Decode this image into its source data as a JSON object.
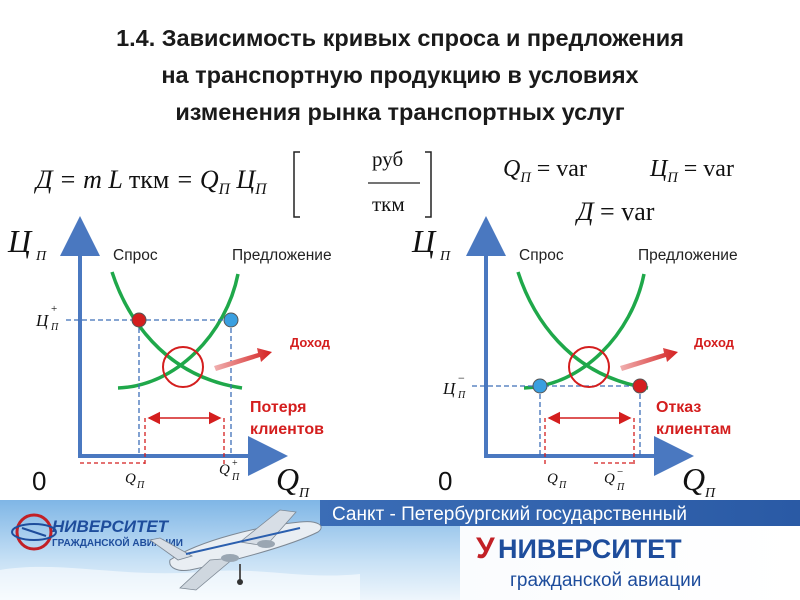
{
  "title": {
    "line1": "1.4. Зависимость кривых спроса и предложения",
    "line2": "на транспортную продукцию  в условиях",
    "line3": "изменения рынка транспортных услуг"
  },
  "formula": {
    "main_a": "Д = m L ",
    "main_mid": "ткм",
    "main_b": " = Q",
    "sub_p": "П",
    "main_c": " Ц",
    "unit_num": "руб",
    "unit_den": "ткм",
    "q_left": "Q",
    "q_right": " = var",
    "c_left": "Ц",
    "c_right": " = var",
    "d_left": "Д",
    "d_right": " = var"
  },
  "left_chart": {
    "y_axis_label": "Ц",
    "y_axis_sub": "П",
    "demand_label": "Спрос",
    "supply_label": "Предложение",
    "price_label": "Ц",
    "price_sup": "+",
    "price_sub": "П",
    "origin_label": "0",
    "x_axis_label": "Q",
    "x_axis_sub": "П",
    "q1_label": "Q",
    "q1_sub": "П",
    "q2_label": "Q",
    "q2_sup": "+",
    "q2_sub": "П",
    "arrow_label": "Доход",
    "loss_line1": "Потеря",
    "loss_line2": "клиентов"
  },
  "right_chart": {
    "y_axis_label": "Ц",
    "y_axis_sub": "П",
    "demand_label": "Спрос",
    "supply_label": "Предложение",
    "price_label": "Ц",
    "price_sup": "−",
    "price_sub": "П",
    "origin_label": "0",
    "x_axis_label": "Q",
    "x_axis_sub": "П",
    "q1_label": "Q",
    "q1_sub": "П",
    "q2_label": "Q",
    "q2_sup": "−",
    "q2_sub": "П",
    "arrow_label": "Доход",
    "loss_line1": "Отказ",
    "loss_line2": "клиентам"
  },
  "footer": {
    "logo_text_1": "НИВЕРСИТЕТ",
    "logo_text_2": "ГРАЖДАНСКОЙ АВИАЦИИ",
    "line1": "Санкт - Петербургский государственный",
    "line2_first": "У",
    "line2_rest": "НИВЕРСИТЕТ",
    "line3": "гражданской авиации"
  },
  "colors": {
    "axis": "#4a78c0",
    "curve": "#1fa84a",
    "red": "#d41e1e",
    "blue_dot": "#3a9fe0",
    "dashed": "#3e6fb8",
    "footer_bar": "#2f63ae"
  }
}
